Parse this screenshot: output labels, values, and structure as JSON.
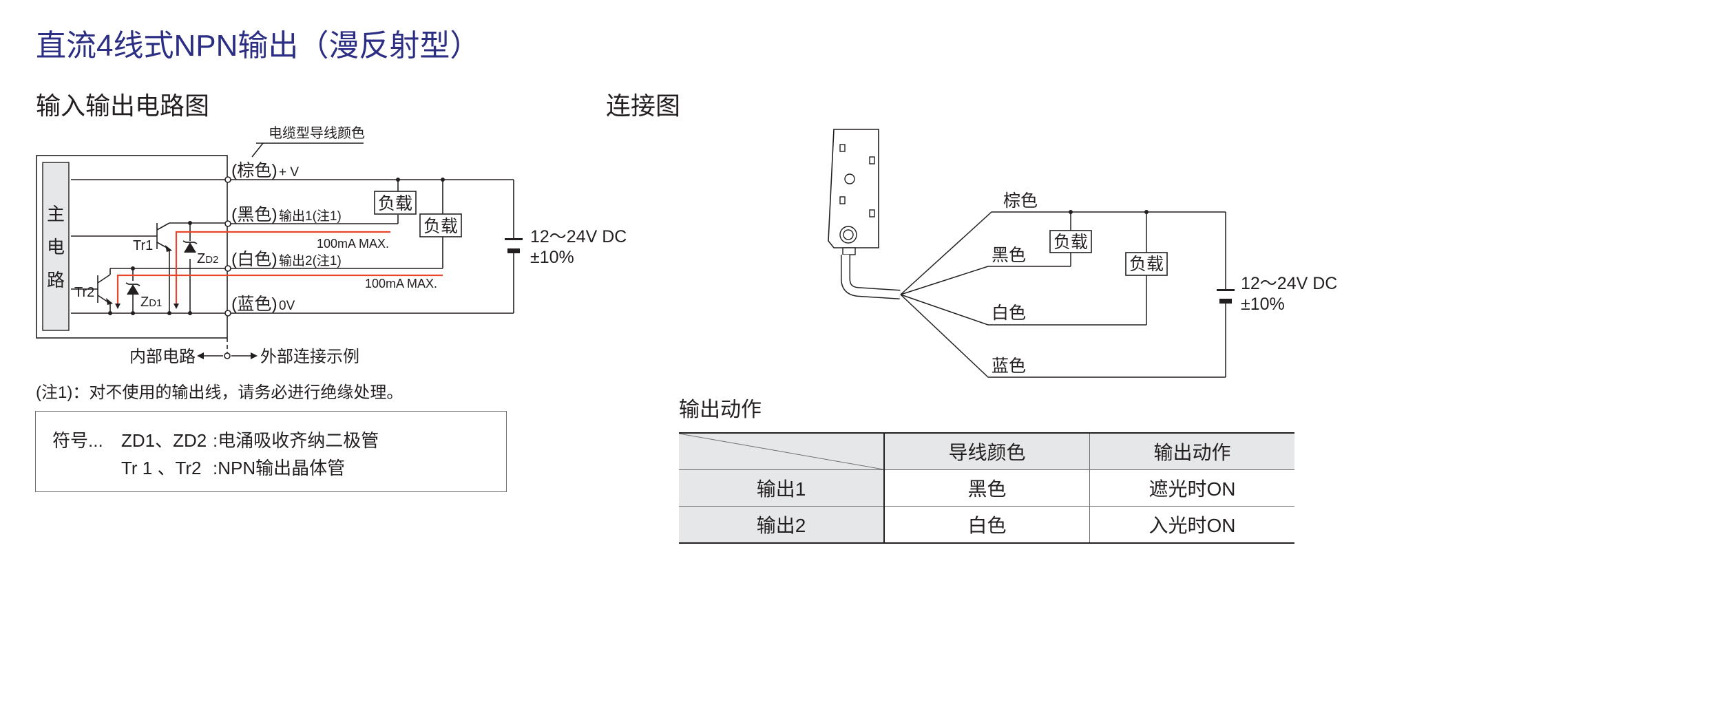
{
  "title": "直流4线式NPN输出（漫反射型）",
  "circuit": {
    "heading": "输入输出电路图",
    "cable_color_label": "电缆型导线颜色",
    "main_circuit": [
      "主",
      "电",
      "路"
    ],
    "brown": "(棕色)",
    "plus_v": "+ V",
    "black": "(黑色)",
    "out1": "输出1(注1)",
    "white": "(白色)",
    "out2": "输出2(注1)",
    "blue": "(蓝色)",
    "zero_v": "0V",
    "load": "负载",
    "max_current": "100mA MAX.",
    "supply_voltage": "12～24V DC",
    "supply_tolerance": "±10%",
    "tr1": "Tr1",
    "tr2": "Tr2",
    "zd1_z": "Z",
    "zd1_sub": "D1",
    "zd2_z": "Z",
    "zd2_sub": "D2",
    "internal": "内部电路",
    "external": "外部连接示例",
    "note": "(注1)：对不使用的输出线，请务必进行绝缘处理。",
    "legend": {
      "symbol_label": "符号...",
      "zd_names": "ZD1、ZD2",
      "zd_desc": ":电涌吸收齐纳二极管",
      "tr_names": "Tr 1 、Tr2",
      "tr_desc": ":NPN输出晶体管"
    }
  },
  "connection": {
    "heading": "连接图",
    "brown": "棕色",
    "black": "黑色",
    "white": "白色",
    "blue": "蓝色",
    "load": "负载",
    "supply_voltage": "12～24V DC",
    "supply_tolerance": "±10%"
  },
  "output_action": {
    "title": "输出动作",
    "header": [
      "",
      "导线颜色",
      "输出动作"
    ],
    "rows": [
      [
        "输出1",
        "黑色",
        "遮光时ON"
      ],
      [
        "输出2",
        "白色",
        "入光时ON"
      ]
    ]
  },
  "colors": {
    "title": "#2b2e83",
    "current_path": "#e8452c",
    "table_fill": "#e6e7e8"
  }
}
